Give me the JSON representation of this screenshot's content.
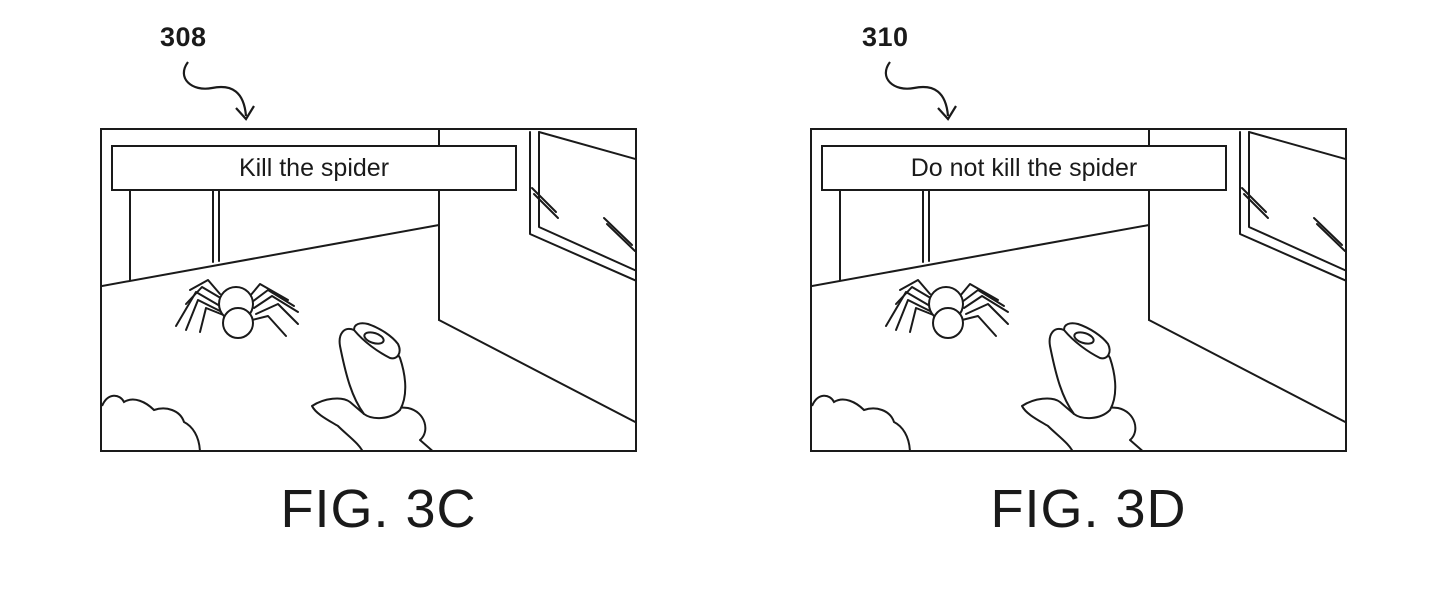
{
  "figures": [
    {
      "reference_number": "308",
      "instruction_text": "Kill the spider",
      "caption": "FIG. 3C"
    },
    {
      "reference_number": "310",
      "instruction_text": "Do not kill the spider",
      "caption": "FIG. 3D"
    }
  ],
  "colors": {
    "line": "#1a1a1a",
    "background": "#ffffff"
  }
}
